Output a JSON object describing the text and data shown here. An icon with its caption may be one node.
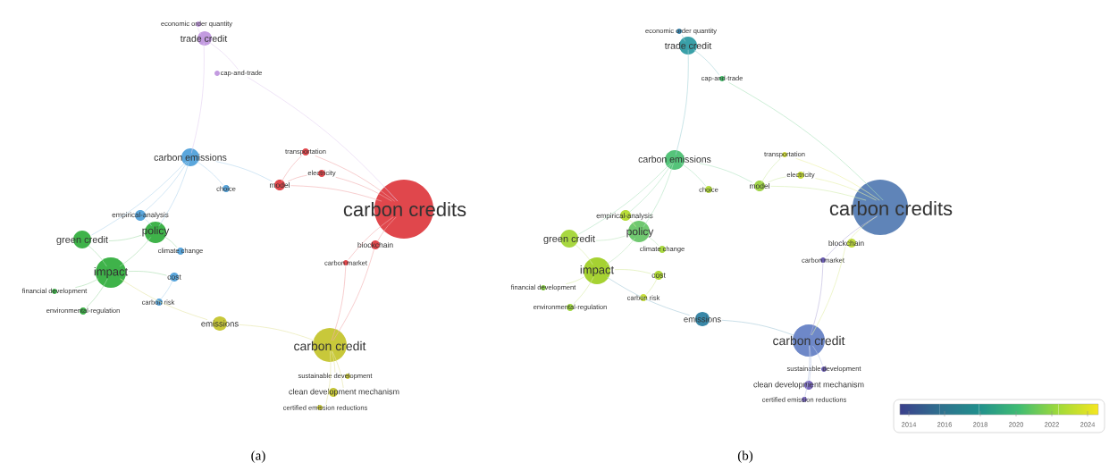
{
  "diagram": {
    "nodes": [
      {
        "text": [
          "economic order quantity"
        ]
      },
      {
        "text": [
          "trade credit"
        ]
      },
      {
        "text": [
          "cap-and-trade"
        ]
      },
      {
        "text": [
          "carbon emissions"
        ]
      },
      {
        "text": [
          "transportation"
        ]
      },
      {
        "text": [
          "electricity"
        ]
      },
      {
        "text": [
          "model"
        ]
      },
      {
        "text": [
          "choice"
        ]
      },
      {
        "text": [
          "carbon credits"
        ]
      },
      {
        "text": [
          "empirical-analysis"
        ]
      },
      {
        "text": [
          "green credit"
        ]
      },
      {
        "text": [
          "policy"
        ]
      },
      {
        "text": [
          "blockchain"
        ]
      },
      {
        "text": [
          "climate change"
        ]
      },
      {
        "text": [
          "carbon market"
        ]
      },
      {
        "text": [
          "impact"
        ]
      },
      {
        "text": [
          "cost"
        ]
      },
      {
        "text": [
          "financial development"
        ]
      },
      {
        "text": [
          "carbon risk"
        ]
      },
      {
        "text": [
          "environmental-regulation"
        ]
      },
      {
        "text": [
          "emissions"
        ]
      },
      {
        "text": [
          "carbon credit"
        ]
      },
      {
        "text": [
          "sustainable development"
        ]
      },
      {
        "text": [
          "clean development mechanism"
        ]
      },
      {
        "text": [
          "certified emission reductions"
        ]
      },
      {
        "text": [
          "economic order quantity"
        ]
      },
      {
        "text": [
          "trade credit"
        ]
      },
      {
        "text": [
          "cap-and-trade"
        ]
      },
      {
        "text": [
          "carbon emissions"
        ]
      },
      {
        "text": [
          "transportation"
        ]
      },
      {
        "text": [
          "electricity"
        ]
      },
      {
        "text": [
          "model"
        ]
      },
      {
        "text": [
          "choice"
        ]
      },
      {
        "text": [
          "carbon credits"
        ]
      },
      {
        "text": [
          "empirical-analysis"
        ]
      },
      {
        "text": [
          "green credit"
        ]
      },
      {
        "text": [
          "policy"
        ]
      },
      {
        "text": [
          "blockchain"
        ]
      },
      {
        "text": [
          "climate change"
        ]
      },
      {
        "text": [
          "carbon market"
        ]
      },
      {
        "text": [
          "impact"
        ]
      },
      {
        "text": [
          "cost"
        ]
      },
      {
        "text": [
          "financial development"
        ]
      },
      {
        "text": [
          "carbon risk"
        ]
      },
      {
        "text": [
          "environmental-regulation"
        ]
      },
      {
        "text": [
          "emissions"
        ]
      },
      {
        "text": [
          "carbon credit"
        ]
      },
      {
        "text": [
          "sustainable development"
        ]
      },
      {
        "text": [
          "clean development mechanism"
        ]
      },
      {
        "text": [
          "certified emission reductions"
        ]
      }
    ],
    "edges": [
      {
        "from": 1,
        "to": 0,
        "arrow": "none"
      },
      {
        "from": 1,
        "to": 2,
        "arrow": "none"
      },
      {
        "from": 1,
        "to": 3,
        "arrow": "none"
      },
      {
        "from": 2,
        "to": 8,
        "arrow": "none"
      },
      {
        "from": 3,
        "to": 6,
        "arrow": "none"
      },
      {
        "from": 3,
        "to": 7,
        "arrow": "none"
      },
      {
        "from": 3,
        "to": 9,
        "arrow": "none"
      },
      {
        "from": 3,
        "to": 11,
        "arrow": "none"
      },
      {
        "from": 3,
        "to": 10,
        "arrow": "none"
      },
      {
        "from": 6,
        "to": 4,
        "arrow": "none"
      },
      {
        "from": 6,
        "to": 5,
        "arrow": "none"
      },
      {
        "from": 6,
        "to": 8,
        "arrow": "none"
      },
      {
        "from": 5,
        "to": 8,
        "arrow": "none"
      },
      {
        "from": 4,
        "to": 8,
        "arrow": "none"
      },
      {
        "from": 12,
        "to": 8,
        "arrow": "none"
      },
      {
        "from": 14,
        "to": 8,
        "arrow": "none"
      },
      {
        "from": 14,
        "to": 21,
        "arrow": "none"
      },
      {
        "from": 12,
        "to": 21,
        "arrow": "none"
      },
      {
        "from": 11,
        "to": 10,
        "arrow": "none"
      },
      {
        "from": 11,
        "to": 15,
        "arrow": "none"
      },
      {
        "from": 10,
        "to": 15,
        "arrow": "none"
      },
      {
        "from": 15,
        "to": 17,
        "arrow": "none"
      },
      {
        "from": 15,
        "to": 19,
        "arrow": "none"
      },
      {
        "from": 15,
        "to": 16,
        "arrow": "none"
      },
      {
        "from": 11,
        "to": 13,
        "arrow": "none"
      },
      {
        "from": 16,
        "to": 18,
        "arrow": "none"
      },
      {
        "from": 20,
        "to": 15,
        "arrow": "none"
      },
      {
        "from": 20,
        "to": 21,
        "arrow": "none"
      },
      {
        "from": 21,
        "to": 22,
        "arrow": "none"
      },
      {
        "from": 21,
        "to": 23,
        "arrow": "none"
      },
      {
        "from": 21,
        "to": 24,
        "arrow": "none"
      },
      {
        "from": 9,
        "to": 11,
        "arrow": "none"
      },
      {
        "from": 26,
        "to": 25,
        "arrow": "none"
      },
      {
        "from": 26,
        "to": 27,
        "arrow": "none"
      },
      {
        "from": 26,
        "to": 28,
        "arrow": "none"
      },
      {
        "from": 27,
        "to": 33,
        "arrow": "none"
      },
      {
        "from": 28,
        "to": 31,
        "arrow": "none"
      },
      {
        "from": 28,
        "to": 32,
        "arrow": "none"
      },
      {
        "from": 28,
        "to": 34,
        "arrow": "none"
      },
      {
        "from": 28,
        "to": 36,
        "arrow": "none"
      },
      {
        "from": 28,
        "to": 35,
        "arrow": "none"
      },
      {
        "from": 31,
        "to": 29,
        "arrow": "none"
      },
      {
        "from": 31,
        "to": 30,
        "arrow": "none"
      },
      {
        "from": 31,
        "to": 33,
        "arrow": "none"
      },
      {
        "from": 30,
        "to": 33,
        "arrow": "none"
      },
      {
        "from": 29,
        "to": 33,
        "arrow": "none"
      },
      {
        "from": 37,
        "to": 33,
        "arrow": "none"
      },
      {
        "from": 39,
        "to": 33,
        "arrow": "none"
      },
      {
        "from": 39,
        "to": 46,
        "arrow": "none"
      },
      {
        "from": 37,
        "to": 46,
        "arrow": "none"
      },
      {
        "from": 36,
        "to": 35,
        "arrow": "none"
      },
      {
        "from": 36,
        "to": 40,
        "arrow": "none"
      },
      {
        "from": 35,
        "to": 40,
        "arrow": "none"
      },
      {
        "from": 40,
        "to": 42,
        "arrow": "none"
      },
      {
        "from": 40,
        "to": 44,
        "arrow": "none"
      },
      {
        "from": 40,
        "to": 41,
        "arrow": "none"
      },
      {
        "from": 36,
        "to": 38,
        "arrow": "none"
      },
      {
        "from": 41,
        "to": 43,
        "arrow": "none"
      },
      {
        "from": 45,
        "to": 40,
        "arrow": "none"
      },
      {
        "from": 45,
        "to": 46,
        "arrow": "none"
      },
      {
        "from": 46,
        "to": 47,
        "arrow": "none"
      },
      {
        "from": 46,
        "to": 48,
        "arrow": "none"
      },
      {
        "from": 46,
        "to": 49,
        "arrow": "none"
      },
      {
        "from": 34,
        "to": 36,
        "arrow": "none"
      }
    ],
    "labels": [
      "(a)",
      "(b)",
      "2014",
      "2016",
      "2018",
      "2020",
      "2022",
      "2024"
    ]
  }
}
